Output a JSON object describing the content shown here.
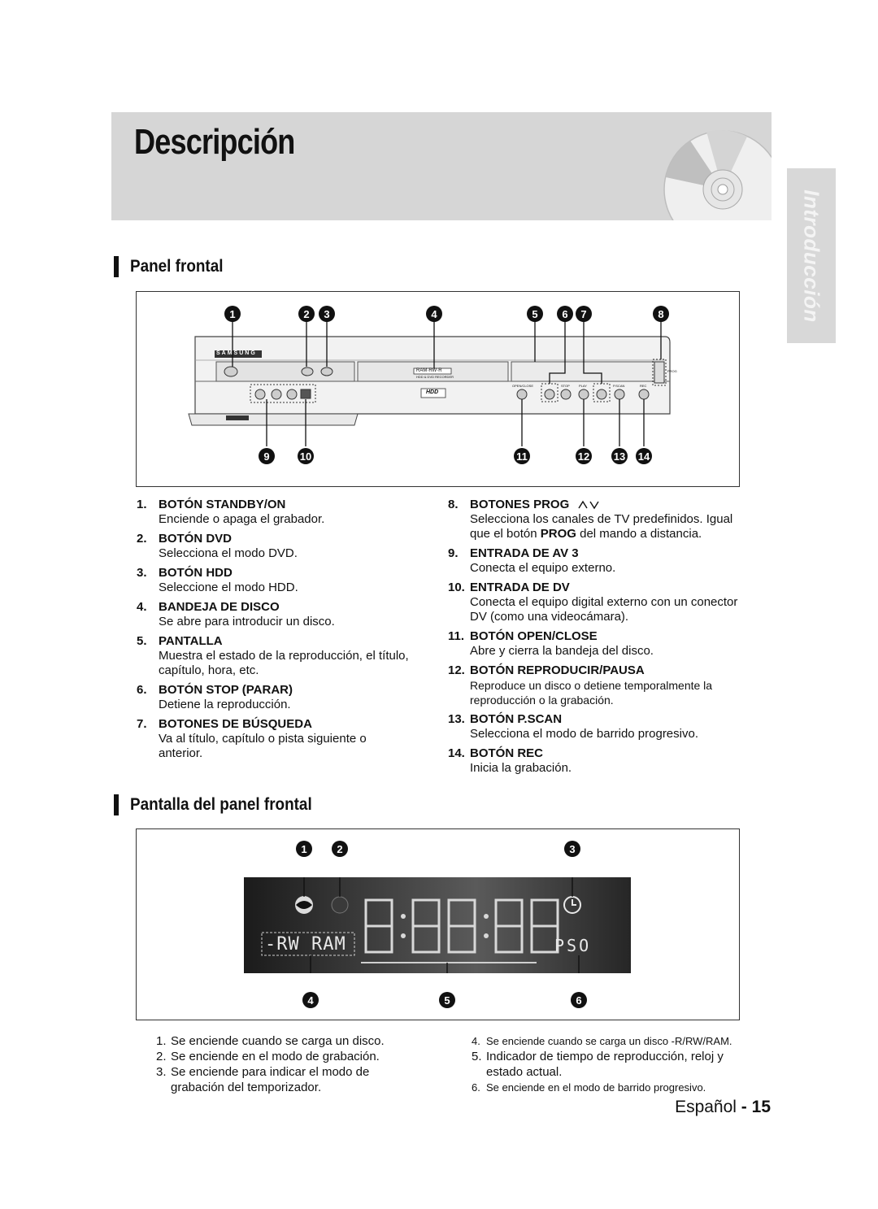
{
  "page_title": "Descripción",
  "side_tab": "Introducción",
  "section1_title": "Panel frontal",
  "section2_title": "Pantalla del panel frontal",
  "brand": "SAMSUNG",
  "panel_labels": {
    "ram": "RAM·RW·R",
    "recorder": "HDD & DVD RECORDER",
    "hdd_logo": "HDD",
    "open_close": "OPEN/CLOSE",
    "stop": "STOP",
    "play": "PLAY",
    "pscan": "P.SCAN",
    "rec": "REC",
    "prog": "PROG"
  },
  "panel_callouts": [
    "1",
    "2",
    "3",
    "4",
    "5",
    "6",
    "7",
    "8",
    "9",
    "10",
    "11",
    "12",
    "13",
    "14"
  ],
  "items_left": [
    {
      "n": "1.",
      "title": "BOTÓN STANDBY/ON",
      "desc": "Enciende o apaga el grabador."
    },
    {
      "n": "2.",
      "title": "BOTÓN DVD",
      "desc": "Selecciona el modo DVD."
    },
    {
      "n": "3.",
      "title": "BOTÓN HDD",
      "desc": "Seleccione el modo HDD."
    },
    {
      "n": "4.",
      "title": "BANDEJA DE DISCO",
      "desc": "Se abre para introducir un disco."
    },
    {
      "n": "5.",
      "title": "PANTALLA",
      "desc": "Muestra el estado de la reproducción, el título, capítulo, hora, etc."
    },
    {
      "n": "6.",
      "title": "BOTÓN STOP (PARAR)",
      "desc": "Detiene la reproducción."
    },
    {
      "n": "7.",
      "title": "BOTONES DE BÚSQUEDA",
      "desc": "Va al título, capítulo o pista siguiente o anterior."
    }
  ],
  "items_right": [
    {
      "n": "8.",
      "title": "BOTONES PROG",
      "desc_pre": "Selecciona los canales de TV predefinidos. Igual que el botón ",
      "desc_bold": "PROG",
      "desc_post": " del mando a distancia."
    },
    {
      "n": "9.",
      "title": "ENTRADA DE AV 3",
      "desc": "Conecta el equipo externo."
    },
    {
      "n": "10.",
      "title": "ENTRADA DE DV",
      "desc": "Conecta el equipo digital externo con un conector DV (como una videocámara)."
    },
    {
      "n": "11.",
      "title": "BOTÓN OPEN/CLOSE",
      "desc": "Abre y cierra la bandeja del disco."
    },
    {
      "n": "12.",
      "title": "BOTÓN REPRODUCIR/PAUSA",
      "desc": "Reproduce un disco o detiene temporalmente la reproducción o la grabación."
    },
    {
      "n": "13.",
      "title": "BOTÓN P.SCAN",
      "desc": "Selecciona el modo de barrido progresivo."
    },
    {
      "n": "14.",
      "title": "BOTÓN REC",
      "desc": "Inicia la grabación."
    }
  ],
  "display_callouts": [
    "1",
    "2",
    "3",
    "4",
    "5",
    "6"
  ],
  "display_text": {
    "rw_ram": "-RW RAM",
    "pso": "PSO"
  },
  "display_notes_left": [
    {
      "n": "1.",
      "text": "Se enciende cuando se carga un disco."
    },
    {
      "n": "2.",
      "text": "Se enciende en el modo de grabación."
    },
    {
      "n": "3.",
      "text": "Se enciende para indicar el modo de grabación del temporizador."
    }
  ],
  "display_notes_right": [
    {
      "n": "4.",
      "text": "Se enciende cuando se carga un disco -R/RW/RAM."
    },
    {
      "n": "5.",
      "text": "Indicador de tiempo de reproducción, reloj y estado actual."
    },
    {
      "n": "6.",
      "text": "Se enciende en el modo de barrido progresivo."
    }
  ],
  "footer": {
    "language": "Español",
    "dash": "-",
    "page": "15"
  }
}
